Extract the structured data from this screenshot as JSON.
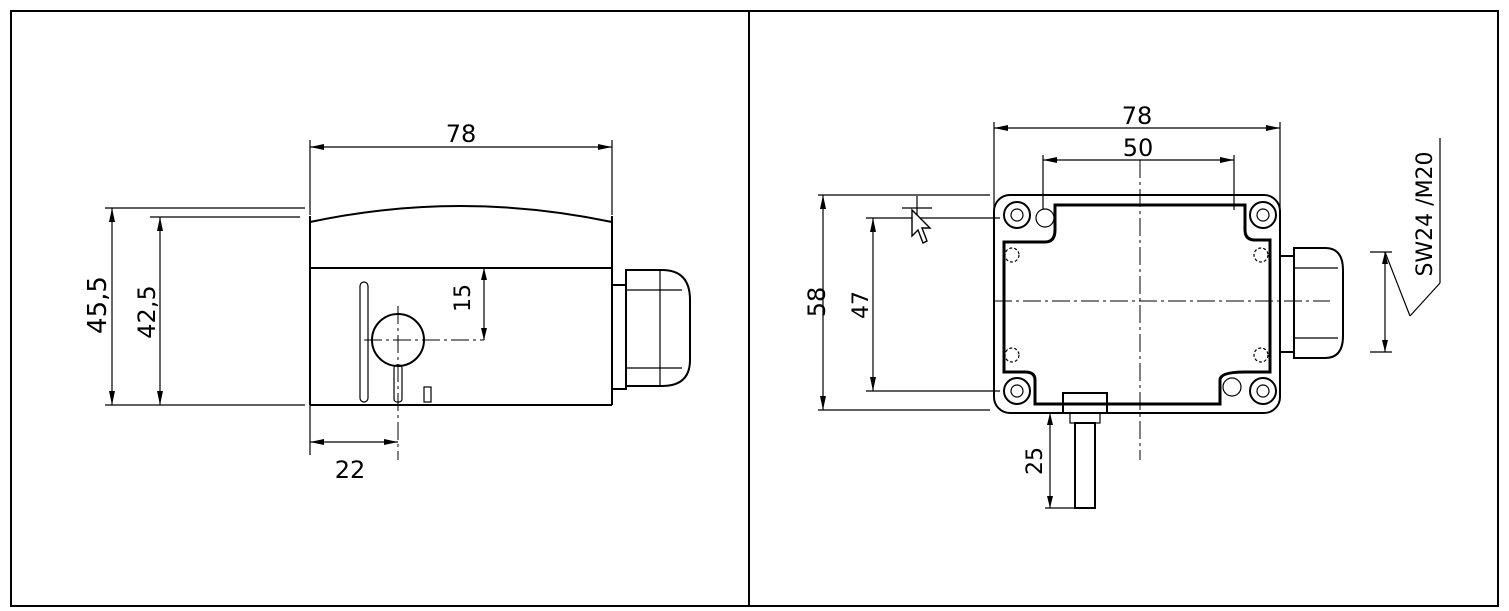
{
  "left_view": {
    "dim_width_top": "78",
    "dim_height_outer": "45,5",
    "dim_height_inner": "42,5",
    "dim_hole_offset_v": "15",
    "dim_hole_offset_h": "22"
  },
  "right_view": {
    "dim_width_outer": "78",
    "dim_width_inner": "50",
    "dim_height_outer": "58",
    "dim_height_inner": "47",
    "dim_probe_length": "25",
    "gland_label": "SW24 /M20"
  }
}
